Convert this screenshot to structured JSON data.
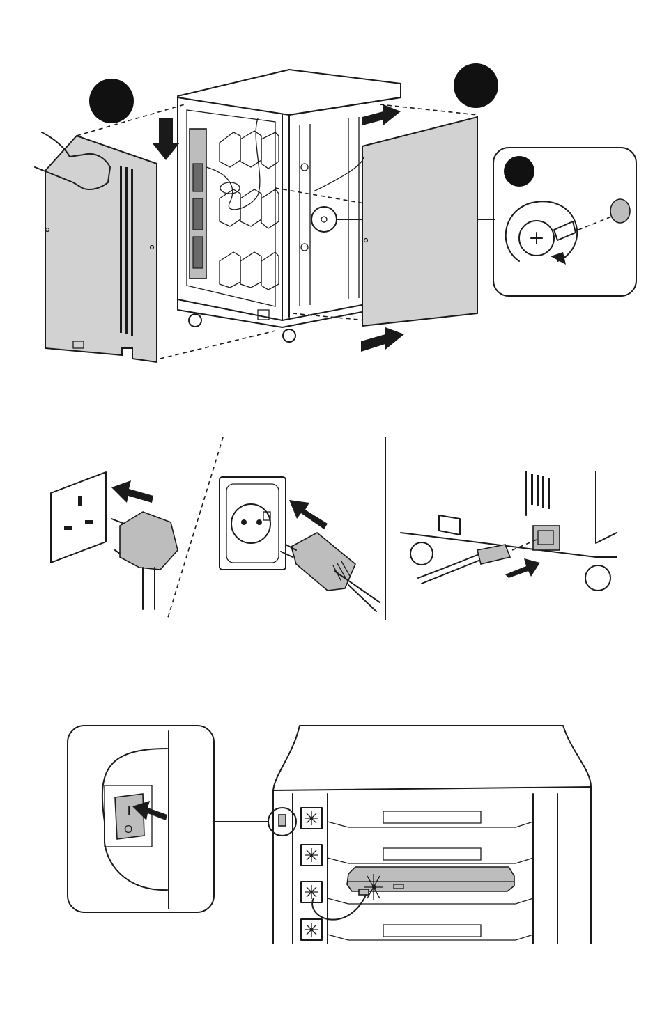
{
  "figure": {
    "sections": [
      "panel-removal",
      "power-connection",
      "power-switch"
    ]
  },
  "switch": {
    "on_symbol": "I",
    "off_symbol": "O"
  },
  "colors": {
    "ink": "#1a1a1a",
    "panel_fill": "#d2d2d2",
    "step_circle": "#111111",
    "background": "#ffffff"
  },
  "icons": [
    "hand-icon",
    "down-arrow-icon",
    "screw-icon",
    "rotate-arrow-icon",
    "uk-plug-icon",
    "eu-plug-icon",
    "iec-connector-icon",
    "rocker-switch-icon",
    "laptop-icon"
  ]
}
